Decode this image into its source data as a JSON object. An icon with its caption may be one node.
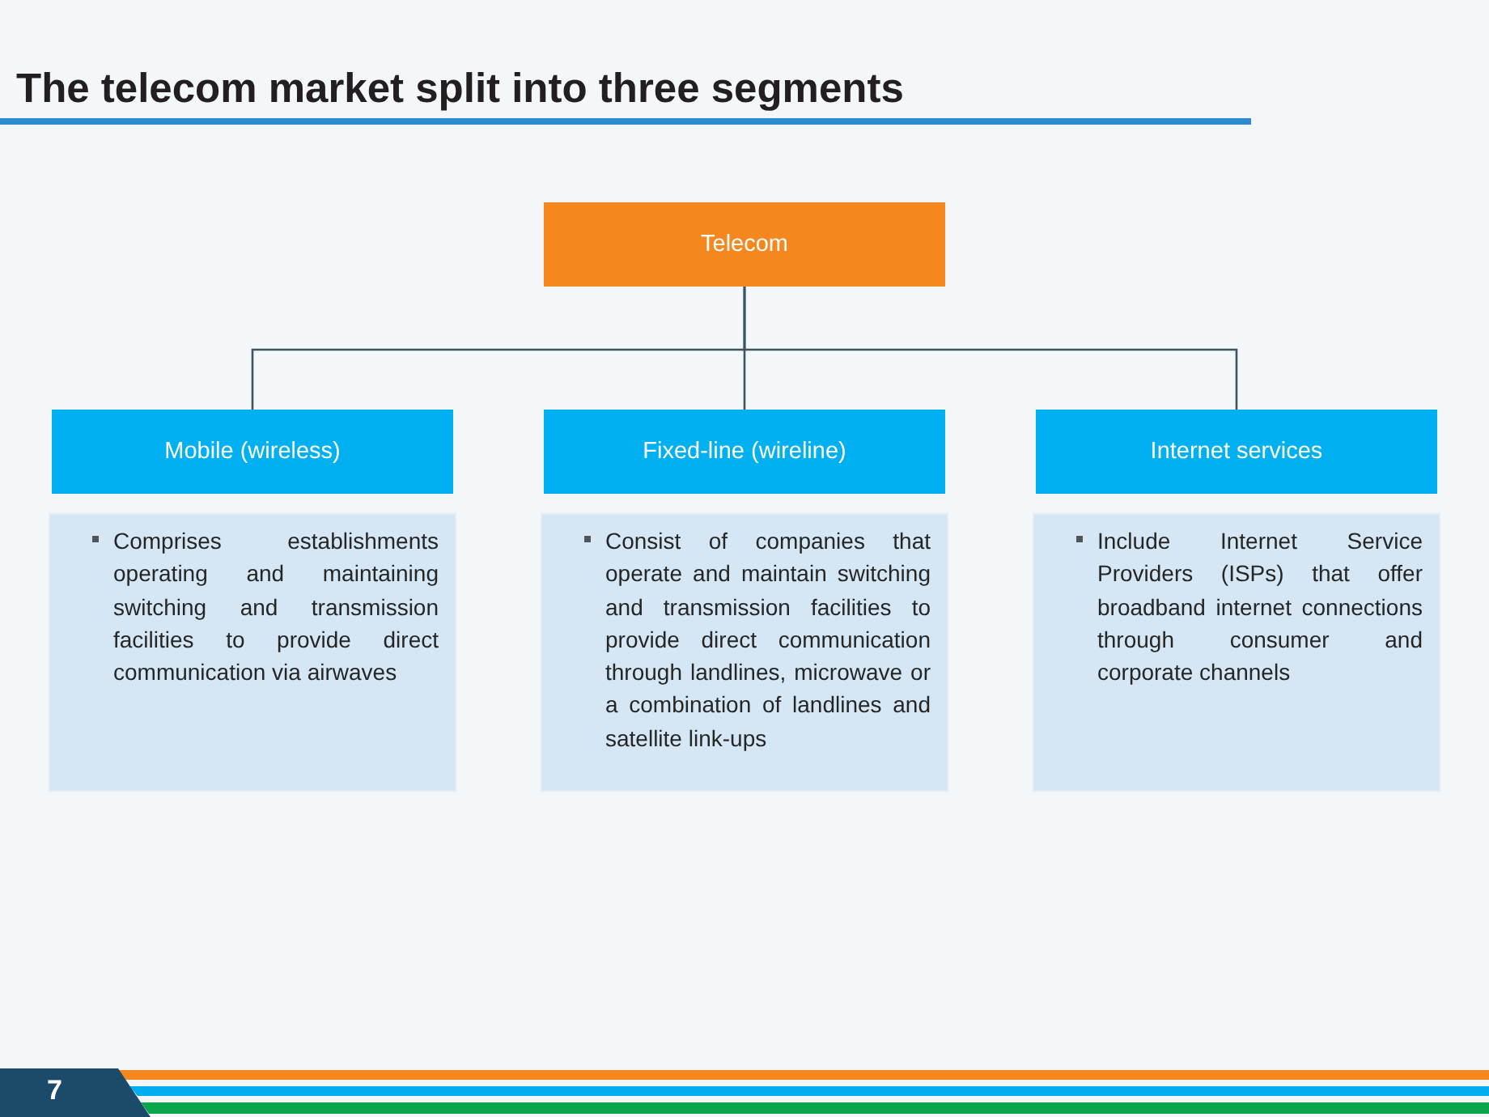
{
  "diagram": {
    "title": "The telecom market split into three segments",
    "nodes": [
      {
        "text": [
          "Telecom"
        ]
      },
      {
        "text": [
          "Mobile (wireless)"
        ]
      },
      {
        "text": [
          "Fixed-line (wireline)"
        ]
      },
      {
        "text": [
          "Internet services"
        ]
      },
      {
        "text": [
          "Comprises establishments operating and maintaining switching and transmission facilities to provide direct communication via airwaves"
        ]
      },
      {
        "text": [
          "Consist of companies that operate and maintain switching and transmission facilities to provide direct communication through landlines, microwave or a combination of landlines and satellite link-ups"
        ]
      },
      {
        "text": [
          "Include Internet Service Providers (ISPs) that offer broadband internet connections through consumer and corporate channels"
        ]
      }
    ],
    "edges": [
      {
        "from": 0,
        "to": 1,
        "arrow": "none"
      },
      {
        "from": 0,
        "to": 2,
        "arrow": "none"
      },
      {
        "from": 0,
        "to": 3,
        "arrow": "none"
      }
    ],
    "labels": [
      "7"
    ]
  }
}
